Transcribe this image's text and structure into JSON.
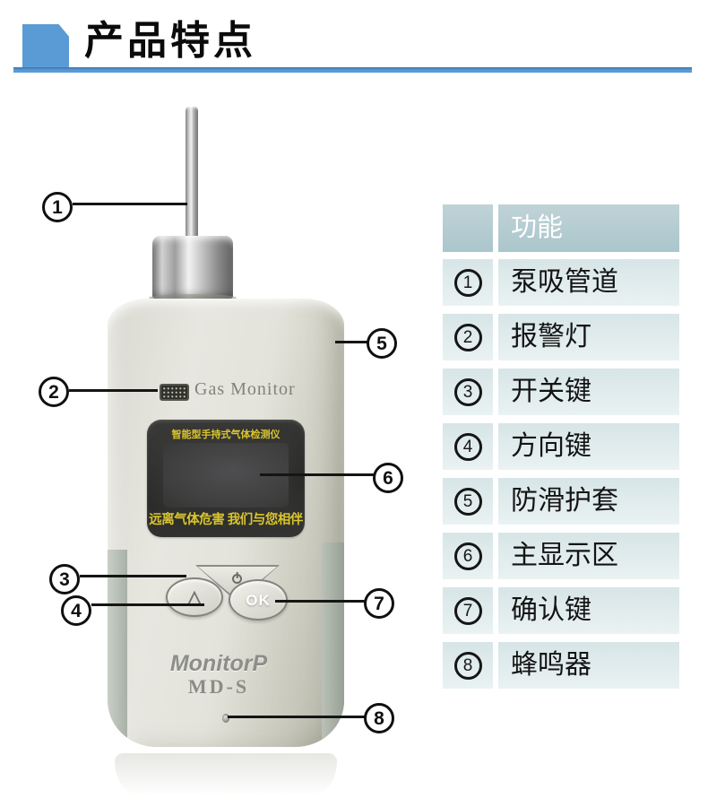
{
  "header": {
    "title": "产品特点",
    "accent_color": "#5b9bd5"
  },
  "device": {
    "brand_label": "Gas Monitor",
    "screen_line_top": "智能型手持式气体检测仪",
    "screen_line_bottom": "远离气体危害 我们与您相伴",
    "up_button_glyph": "△",
    "ok_button_label": "OK",
    "logo": "MonitorP",
    "model": "MD-S"
  },
  "callouts": [
    "1",
    "2",
    "3",
    "4",
    "5",
    "6",
    "7",
    "8"
  ],
  "table": {
    "header_label": "功能",
    "rows": [
      {
        "num": "1",
        "label": "泵吸管道"
      },
      {
        "num": "2",
        "label": "报警灯"
      },
      {
        "num": "3",
        "label": "开关键"
      },
      {
        "num": "4",
        "label": "方向键"
      },
      {
        "num": "5",
        "label": "防滑护套"
      },
      {
        "num": "6",
        "label": "主显示区"
      },
      {
        "num": "7",
        "label": "确认键"
      },
      {
        "num": "8",
        "label": "蜂鸣器"
      }
    ]
  },
  "colors": {
    "accent": "#5b9bd5",
    "table_header_bg": "#b4ccd1",
    "table_row_bg": "#e3eeee",
    "screen_text_yellow": "#d9c52e"
  }
}
